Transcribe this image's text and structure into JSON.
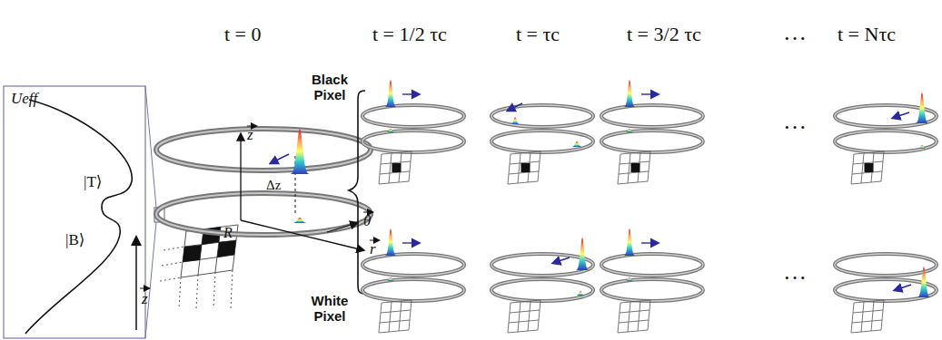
{
  "diagram": {
    "labels": [
      "t = 0",
      "t = 1/2 τc",
      "t = τc",
      "t = 3/2 τc",
      "…",
      "t = Nτc",
      "Black Pixel",
      "White Pixel",
      "Ueff",
      "|T⟩",
      "|B⟩",
      "z",
      "z",
      "R",
      "Δz",
      "r",
      "θ",
      "…",
      "…"
    ]
  }
}
